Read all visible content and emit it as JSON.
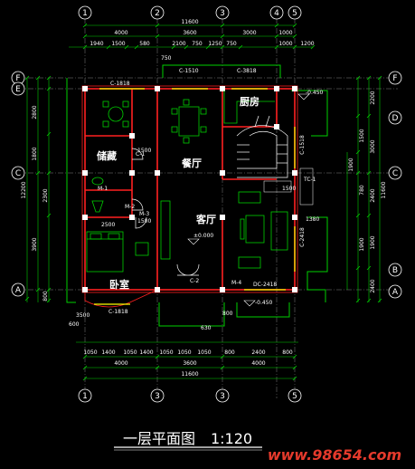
{
  "rooms": {
    "kitchen": "厨房",
    "storage": "储藏",
    "dining": "餐厅",
    "living": "客厅",
    "bedroom": "卧室"
  },
  "levels": {
    "upper": "-0.450",
    "living": "±0.000",
    "lower": "-0.450"
  },
  "axes": {
    "top": [
      "1",
      "2",
      "3",
      "4",
      "5"
    ],
    "bottom": [
      "1",
      "3",
      "3",
      "5"
    ],
    "left": [
      "F",
      "E",
      "C",
      "A"
    ],
    "right": [
      "F",
      "D",
      "C",
      "B",
      "A"
    ]
  },
  "dims_top": {
    "overall": "11600",
    "row2": [
      "4000",
      "3600",
      "3000",
      "1000"
    ],
    "row3": [
      "1940",
      "1500",
      "580",
      "2100",
      "750",
      "1250",
      "750",
      "1000",
      "1200"
    ]
  },
  "dims_bottom": {
    "row1": [
      "1050",
      "1400",
      "1050",
      "1400",
      "1050",
      "1050",
      "1050",
      "800",
      "2400",
      "800"
    ],
    "row2": [
      "4000",
      "3600",
      "4000"
    ],
    "overall": "11600"
  },
  "dims_left": {
    "outer": [
      "12200"
    ],
    "inner": [
      "2800",
      "1800",
      "2300",
      "3900",
      "800"
    ]
  },
  "dims_right": {
    "outer": [
      "11600"
    ],
    "inner": [
      "2200",
      "3000",
      "2400",
      "1900",
      "2400"
    ],
    "inner2": [
      "1500",
      "1900",
      "780",
      "1900"
    ]
  },
  "misc": [
    "1500",
    "1380",
    "800",
    "2500",
    "1500",
    "3500",
    "750",
    "630",
    "1500",
    "600"
  ],
  "door_tags": [
    "C-1",
    "M-1",
    "M-2",
    "M-3",
    "C-2",
    "M-4",
    "TC-1"
  ],
  "window_tags": [
    "C-1818",
    "C-1510",
    "C-3818",
    "C-1818",
    "DC-2418",
    "C-2418",
    "C-1518"
  ],
  "drawing_title": "一层平面图",
  "scale": "1:120",
  "watermark": "www.98654.com"
}
